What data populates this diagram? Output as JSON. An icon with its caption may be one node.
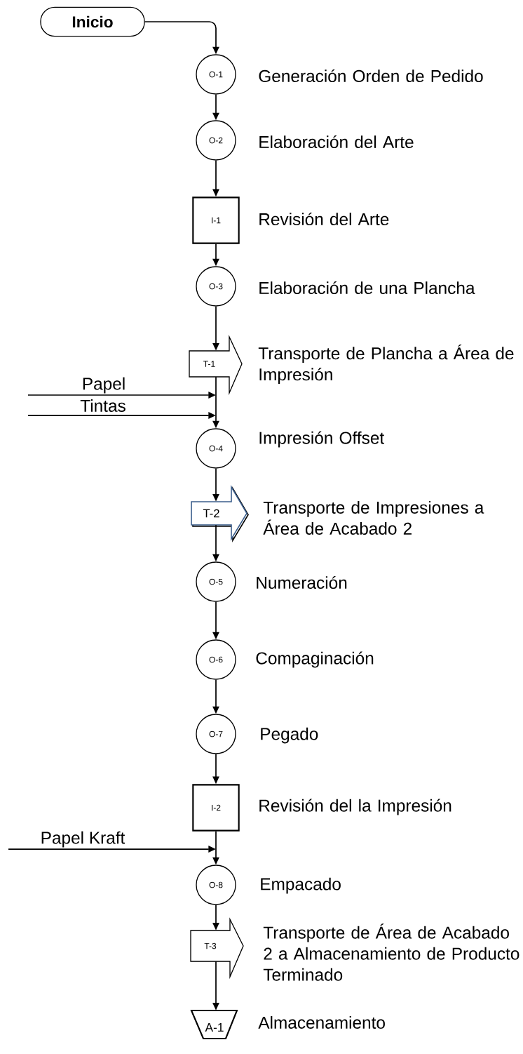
{
  "diagram": {
    "nodes": [
      {
        "text": [
          "Inicio"
        ]
      },
      {
        "text": [
          "O-1"
        ],
        "beside": [
          "Generación Orden de Pedido"
        ]
      },
      {
        "text": [
          "O-2"
        ],
        "beside": [
          "Elaboración del Arte"
        ]
      },
      {
        "text": [
          "I-1"
        ],
        "beside": [
          "Revisión del Arte"
        ]
      },
      {
        "text": [
          "O-3"
        ],
        "beside": [
          "Elaboración de una Plancha"
        ]
      },
      {
        "text": [
          "T-1"
        ],
        "beside": [
          "Transporte de Plancha a Área de Impresión"
        ]
      },
      {
        "text": [
          "O-4"
        ],
        "beside": [
          "Impresión Offset"
        ]
      },
      {
        "text": [
          "T-2"
        ],
        "beside": [
          "Transporte de Impresiones a Área de Acabado 2"
        ]
      },
      {
        "text": [
          "O-5"
        ],
        "beside": [
          "Numeración"
        ]
      },
      {
        "text": [
          "O-6"
        ],
        "beside": [
          "Compaginación"
        ]
      },
      {
        "text": [
          "O-7"
        ],
        "beside": [
          "Pegado"
        ]
      },
      {
        "text": [
          "I-2"
        ],
        "beside": [
          "Revisión del la Impresión"
        ]
      },
      {
        "text": [
          "O-8"
        ],
        "beside": [
          "Empacado"
        ]
      },
      {
        "text": [
          "T-3"
        ],
        "beside": [
          "Transporte de Área de Acabado 2 a Almacenamiento de Producto Terminado"
        ]
      },
      {
        "text": [
          "A-1"
        ],
        "beside": [
          "Almacenamiento"
        ]
      }
    ],
    "edges": [
      {
        "from": 0,
        "to": 1,
        "arrow": "to"
      },
      {
        "from": 1,
        "to": 2,
        "arrow": "to"
      },
      {
        "from": 2,
        "to": 3,
        "arrow": "to"
      },
      {
        "from": 3,
        "to": 4,
        "arrow": "to"
      },
      {
        "from": 4,
        "to": 5,
        "arrow": "to"
      },
      {
        "from": 5,
        "to": 6,
        "arrow": "to"
      },
      {
        "from": null,
        "to": 6,
        "arrow": "to",
        "label": "Papel"
      },
      {
        "from": null,
        "to": 6,
        "arrow": "to",
        "label": "Tintas"
      },
      {
        "from": 6,
        "to": 7,
        "arrow": "to"
      },
      {
        "from": 7,
        "to": 8,
        "arrow": "to"
      },
      {
        "from": 8,
        "to": 9,
        "arrow": "to"
      },
      {
        "from": 9,
        "to": 10,
        "arrow": "to"
      },
      {
        "from": 10,
        "to": 11,
        "arrow": "to"
      },
      {
        "from": 11,
        "to": 12,
        "arrow": "to"
      },
      {
        "from": null,
        "to": 12,
        "arrow": "to",
        "label": "Papel Kraft"
      },
      {
        "from": 12,
        "to": 13,
        "arrow": "to"
      },
      {
        "from": 13,
        "to": 14,
        "arrow": "to"
      }
    ]
  }
}
